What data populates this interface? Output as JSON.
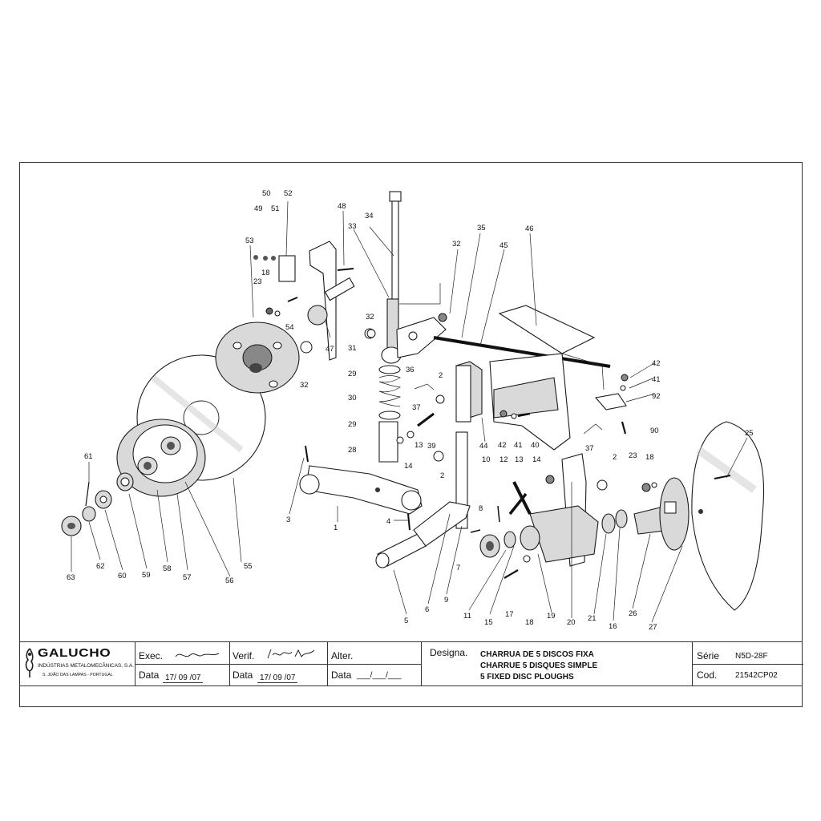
{
  "titleblock": {
    "company": "GALUCHO",
    "company_sub": "INDÚSTRIAS METALOMECÂNICAS, S.A.",
    "company_loc": "S. JOÃO DAS LAMPAS - PORTUGAL",
    "exec_label": "Exec.",
    "verif_label": "Verif.",
    "alter_label": "Alter.",
    "data_label": "Data",
    "exec_date": "17/ 09 /07",
    "verif_date": "17/ 09 /07",
    "alter_date": "___/___/___",
    "designa_label": "Designa.",
    "designation_pt": "CHARRUA DE 5 DISCOS FIXA",
    "designation_fr": "CHARRUE 5 DISQUES SIMPLE",
    "designation_en": "5 FIXED DISC PLOUGHS",
    "serie_label": "Série",
    "serie_value": "N5D-28F",
    "cod_label": "Cod.",
    "cod_value": "21542CP02"
  },
  "callouts": [
    "1",
    "2",
    "2",
    "2",
    "3",
    "4",
    "5",
    "6",
    "7",
    "8",
    "9",
    "10",
    "11",
    "12",
    "13",
    "13",
    "14",
    "14",
    "15",
    "16",
    "17",
    "18",
    "18",
    "18",
    "19",
    "20",
    "21",
    "23",
    "23",
    "25",
    "26",
    "27",
    "28",
    "29",
    "29",
    "30",
    "31",
    "32",
    "32",
    "32",
    "33",
    "34",
    "35",
    "36",
    "37",
    "37",
    "39",
    "40",
    "41",
    "41",
    "42",
    "42",
    "44",
    "45",
    "46",
    "47",
    "48",
    "49",
    "50",
    "51",
    "52",
    "53",
    "54",
    "55",
    "56",
    "57",
    "58",
    "59",
    "60",
    "61",
    "62",
    "63",
    "90",
    "92"
  ]
}
